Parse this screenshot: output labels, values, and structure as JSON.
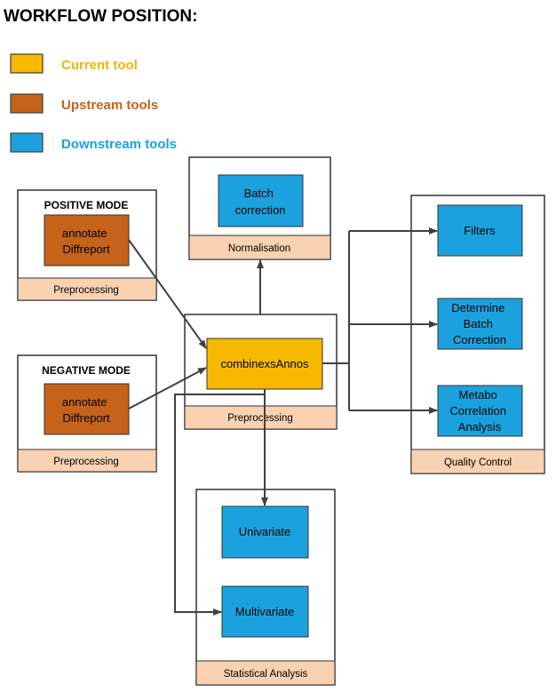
{
  "title": "WORKFLOW POSITION:",
  "legend": [
    {
      "label": "Current tool",
      "color": "#F6B900",
      "text_color": "#F4B400"
    },
    {
      "label": "Upstream tools",
      "color": "#C5631A",
      "text_color": "#C5631A"
    },
    {
      "label": "Downstream tools",
      "color": "#1BA2DE",
      "text_color": "#1BA2DE"
    }
  ],
  "colors": {
    "current": "#F6B900",
    "upstream": "#C5631A",
    "downstream": "#1BA2DE",
    "category_band": "#F9D2B2",
    "line": "#404040"
  },
  "groups": {
    "positive": {
      "heading": "POSITIVE MODE",
      "tool_lines": [
        "annotate",
        "Diffreport"
      ],
      "category": "Preprocessing"
    },
    "negative": {
      "heading": "NEGATIVE MODE",
      "tool_lines": [
        "annotate",
        "Diffreport"
      ],
      "category": "Preprocessing"
    },
    "normalisation": {
      "tool_lines": [
        "Batch",
        "correction"
      ],
      "category": "Normalisation"
    },
    "current": {
      "tool_lines": [
        "combinexsAnnos"
      ],
      "category": "Preprocessing"
    },
    "quality": {
      "tools": [
        [
          "Filters"
        ],
        [
          "Determine",
          "Batch",
          "Correction"
        ],
        [
          "Metabo",
          "Correlation",
          "Analysis"
        ]
      ],
      "category": "Quality Control"
    },
    "statistical": {
      "tools": [
        [
          "Univariate"
        ],
        [
          "Multivariate"
        ]
      ],
      "category": "Statistical Analysis"
    }
  }
}
